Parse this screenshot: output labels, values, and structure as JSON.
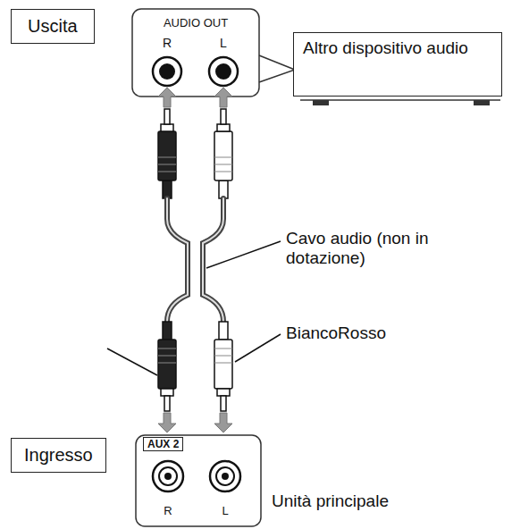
{
  "diagram": {
    "nodes": [
      {
        "text": [
          "Uscita"
        ]
      },
      {
        "text": [
          "Altro dispositivo audio"
        ]
      },
      {
        "text": [
          "AUX 2"
        ]
      },
      {
        "text": [
          "Ingresso"
        ]
      }
    ],
    "edges": [],
    "labels": [
      "AUDIO OUT",
      "R",
      "L",
      "Cavo audio (non in dotazione)",
      "BiancoRosso",
      "R",
      "L",
      "Unità principale"
    ]
  }
}
